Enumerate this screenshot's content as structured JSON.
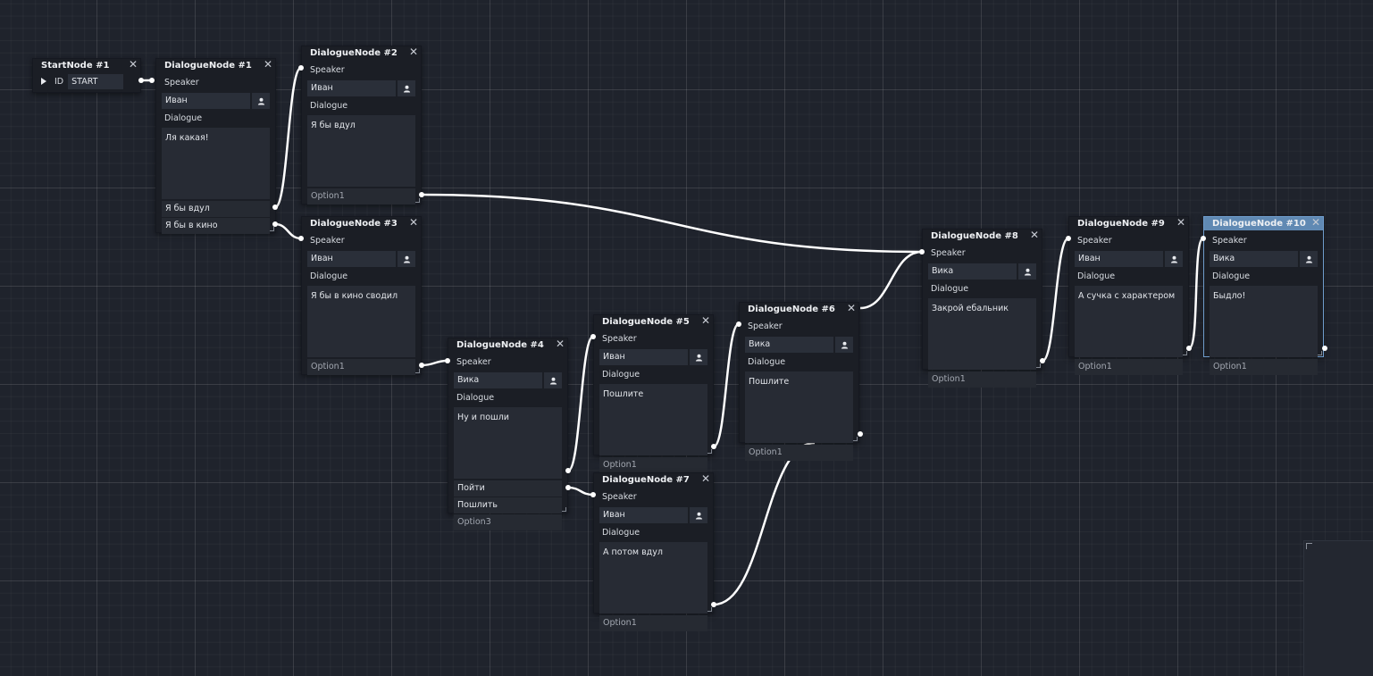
{
  "start_node": {
    "title": "StartNode #1",
    "id_label": "ID",
    "id_value": "START"
  },
  "labels": {
    "speaker": "Speaker",
    "dialogue": "Dialogue"
  },
  "icons": {
    "close": "close-icon",
    "speaker": "person-icon",
    "play": "play-icon"
  },
  "nodes": [
    {
      "title": "DialogueNode #1",
      "speaker": "Иван",
      "dialogue": "Ля какая!",
      "options": [
        "Я бы вдул",
        "Я бы в кино"
      ]
    },
    {
      "title": "DialogueNode #2",
      "speaker": "Иван",
      "dialogue": "Я бы вдул",
      "options": [
        "Option1"
      ]
    },
    {
      "title": "DialogueNode #3",
      "speaker": "Иван",
      "dialogue": "Я бы в кино сводил",
      "options": [
        "Option1"
      ]
    },
    {
      "title": "DialogueNode #4",
      "speaker": "Вика",
      "dialogue": "Ну и пошли",
      "options": [
        "Пойти",
        "Пошлить",
        "Option3"
      ]
    },
    {
      "title": "DialogueNode #5",
      "speaker": "Иван",
      "dialogue": "Пошлите",
      "options": [
        "Option1"
      ]
    },
    {
      "title": "DialogueNode #6",
      "speaker": "Вика",
      "dialogue": "Пошлите",
      "options": [
        "Option1"
      ]
    },
    {
      "title": "DialogueNode #7",
      "speaker": "Иван",
      "dialogue": "А потом вдул",
      "options": [
        "Option1"
      ]
    },
    {
      "title": "DialogueNode #8",
      "speaker": "Вика",
      "dialogue": "Закрой ебальник",
      "options": [
        "Option1"
      ]
    },
    {
      "title": "DialogueNode #9",
      "speaker": "Иван",
      "dialogue": "А сучка с характером",
      "options": [
        "Option1"
      ]
    },
    {
      "title": "DialogueNode #10",
      "speaker": "Вика",
      "dialogue": "Быдло!",
      "options": [
        "Option1"
      ],
      "selected": true
    }
  ],
  "colors": {
    "background": "#1f232c",
    "node": "#1b1e25",
    "field": "#2a2f39",
    "wire": "#ffffff",
    "selected_header": "#6089b3"
  }
}
